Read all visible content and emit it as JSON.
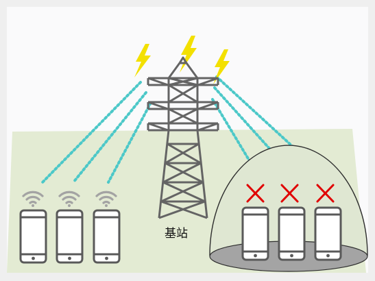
{
  "labels": {
    "station": "基站"
  },
  "colors": {
    "background": "#efefef",
    "sky": "#fafafb",
    "ground": "#e3ebd3",
    "tower": "#646464",
    "signal_beam": "#4cc8c8",
    "lightning": "#f3e000",
    "wifi": "#a3a3a3",
    "phone_body": "#ffffff",
    "phone_frame": "#595959",
    "dome_fill": "#dfe7d2",
    "dome_floor": "#a4a4a4",
    "blocked_mark": "#e00000"
  },
  "icons": {
    "lightning": "lightning-bolt-icon",
    "wifi": "wifi-signal-icon",
    "phone": "smartphone-icon",
    "blocked": "red-x-icon",
    "tower": "transmission-tower-icon"
  },
  "phones": {
    "connected": [
      "phone-1",
      "phone-2",
      "phone-3"
    ],
    "shielded": [
      "phone-4",
      "phone-5",
      "phone-6"
    ]
  }
}
